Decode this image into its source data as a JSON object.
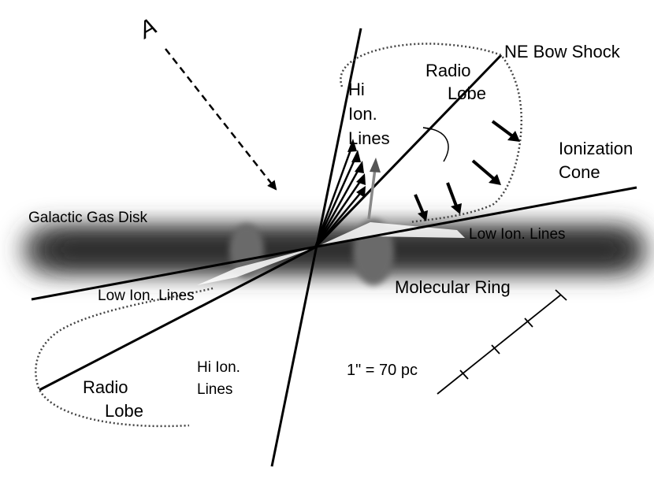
{
  "labels": {
    "viewer_mark": "A",
    "ne_bow_shock": "NE Bow Shock",
    "radio_lobe_ne_line1": "Radio",
    "radio_lobe_ne_line2": "Lobe",
    "hi_ion_ne_line1": "Hi",
    "hi_ion_ne_line2": "Ion.",
    "hi_ion_ne_line3": "Lines",
    "ionization_cone_line1": "Ionization",
    "ionization_cone_line2": "Cone",
    "galactic_gas_disk": "Galactic Gas Disk",
    "low_ion_right": "Low Ion. Lines",
    "molecular_ring": "Molecular Ring",
    "low_ion_left": "Low Ion. Lines",
    "radio_lobe_sw_line1": "Radio",
    "radio_lobe_sw_line2": "Lobe",
    "hi_ion_sw_line1": "Hi Ion.",
    "hi_ion_sw_line2": "Lines",
    "scale": "1\" = 70 pc"
  }
}
